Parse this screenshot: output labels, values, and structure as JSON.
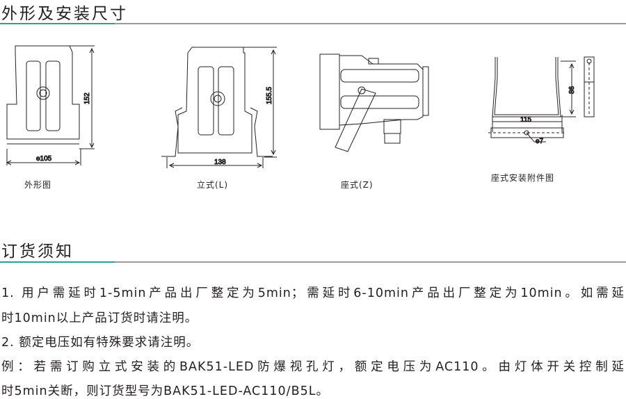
{
  "section1": {
    "title": "外形及安装尺寸",
    "figures": [
      {
        "caption": "外形图",
        "dims": {
          "height": "152",
          "width": "ө105"
        }
      },
      {
        "caption": "立式(L)",
        "dims": {
          "height": "155.5",
          "width": "138"
        }
      },
      {
        "caption": "座式(Z)"
      },
      {
        "caption": "座式安装附件图",
        "dims": {
          "height": "86",
          "width": "115",
          "hole": "ө7"
        }
      }
    ]
  },
  "section2": {
    "title": "订货须知",
    "lines": [
      "1. 用户需延时1-5min产品出厂整定为5min；需延时6-10min产品出厂整定为10min。如需延",
      "时10min以上产品订货时请注明。",
      "2. 额定电压如有特殊要求请注明。",
      "例：若需订购立式安装的BAK51-LED防爆视孔灯，额定电压为AC110。由灯体开关控制延",
      "时5min关断，则订货型号为BAK51-LED-AC110/B5L。"
    ]
  },
  "colors": {
    "accent": "#2a9d9a",
    "rule": "#9a9a9a",
    "text": "#231f20"
  }
}
